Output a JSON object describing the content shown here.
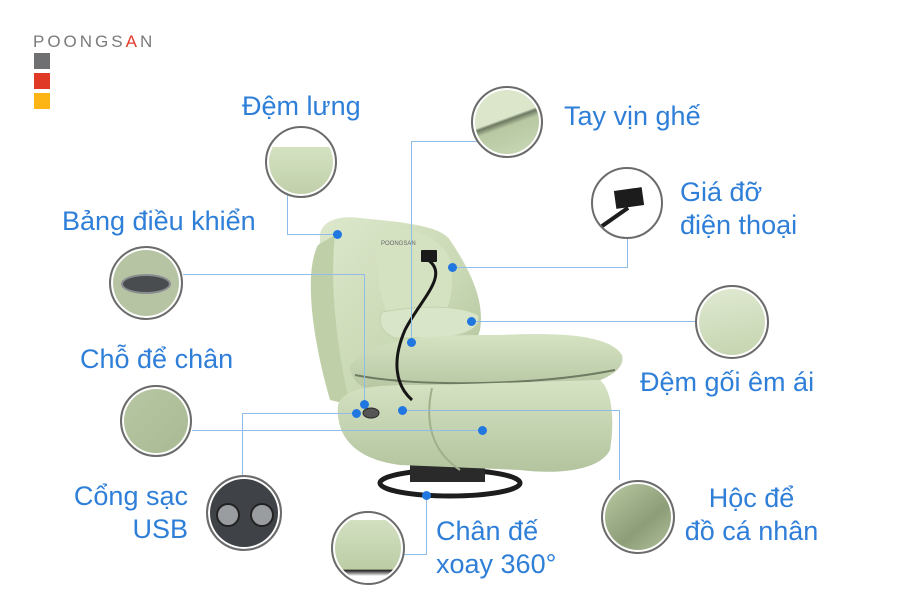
{
  "brand": {
    "logo_main": "POONGS",
    "logo_accent": "A",
    "logo_tail": "N",
    "squares": [
      "#6f7072",
      "#e03a26",
      "#fdb515"
    ]
  },
  "colors": {
    "label_text": "#2f7fd8",
    "connector_line": "#8fbce9",
    "connector_dot": "#2177e0",
    "chair_fabric": "#cfdcbc"
  },
  "features": [
    {
      "id": "back-cushion",
      "label": "Đệm lưng"
    },
    {
      "id": "armrest",
      "label": "Tay vịn ghế"
    },
    {
      "id": "phone-holder",
      "label_line1": "Giá đỡ",
      "label_line2": "điện thoại"
    },
    {
      "id": "control-panel",
      "label": "Bảng điều khiển"
    },
    {
      "id": "pillow",
      "label": "Đệm gối êm ái"
    },
    {
      "id": "footrest",
      "label": "Chỗ để chân"
    },
    {
      "id": "usb-port",
      "label_line1": "Cổng sạc",
      "label_line2": "USB"
    },
    {
      "id": "swivel-base",
      "label_line1": "Chân đế",
      "label_line2": "xoay 360°"
    },
    {
      "id": "storage-pocket",
      "label_line1": "Hộc để",
      "label_line2": "đồ cá nhân"
    }
  ],
  "product_badge": "POONGSAN"
}
